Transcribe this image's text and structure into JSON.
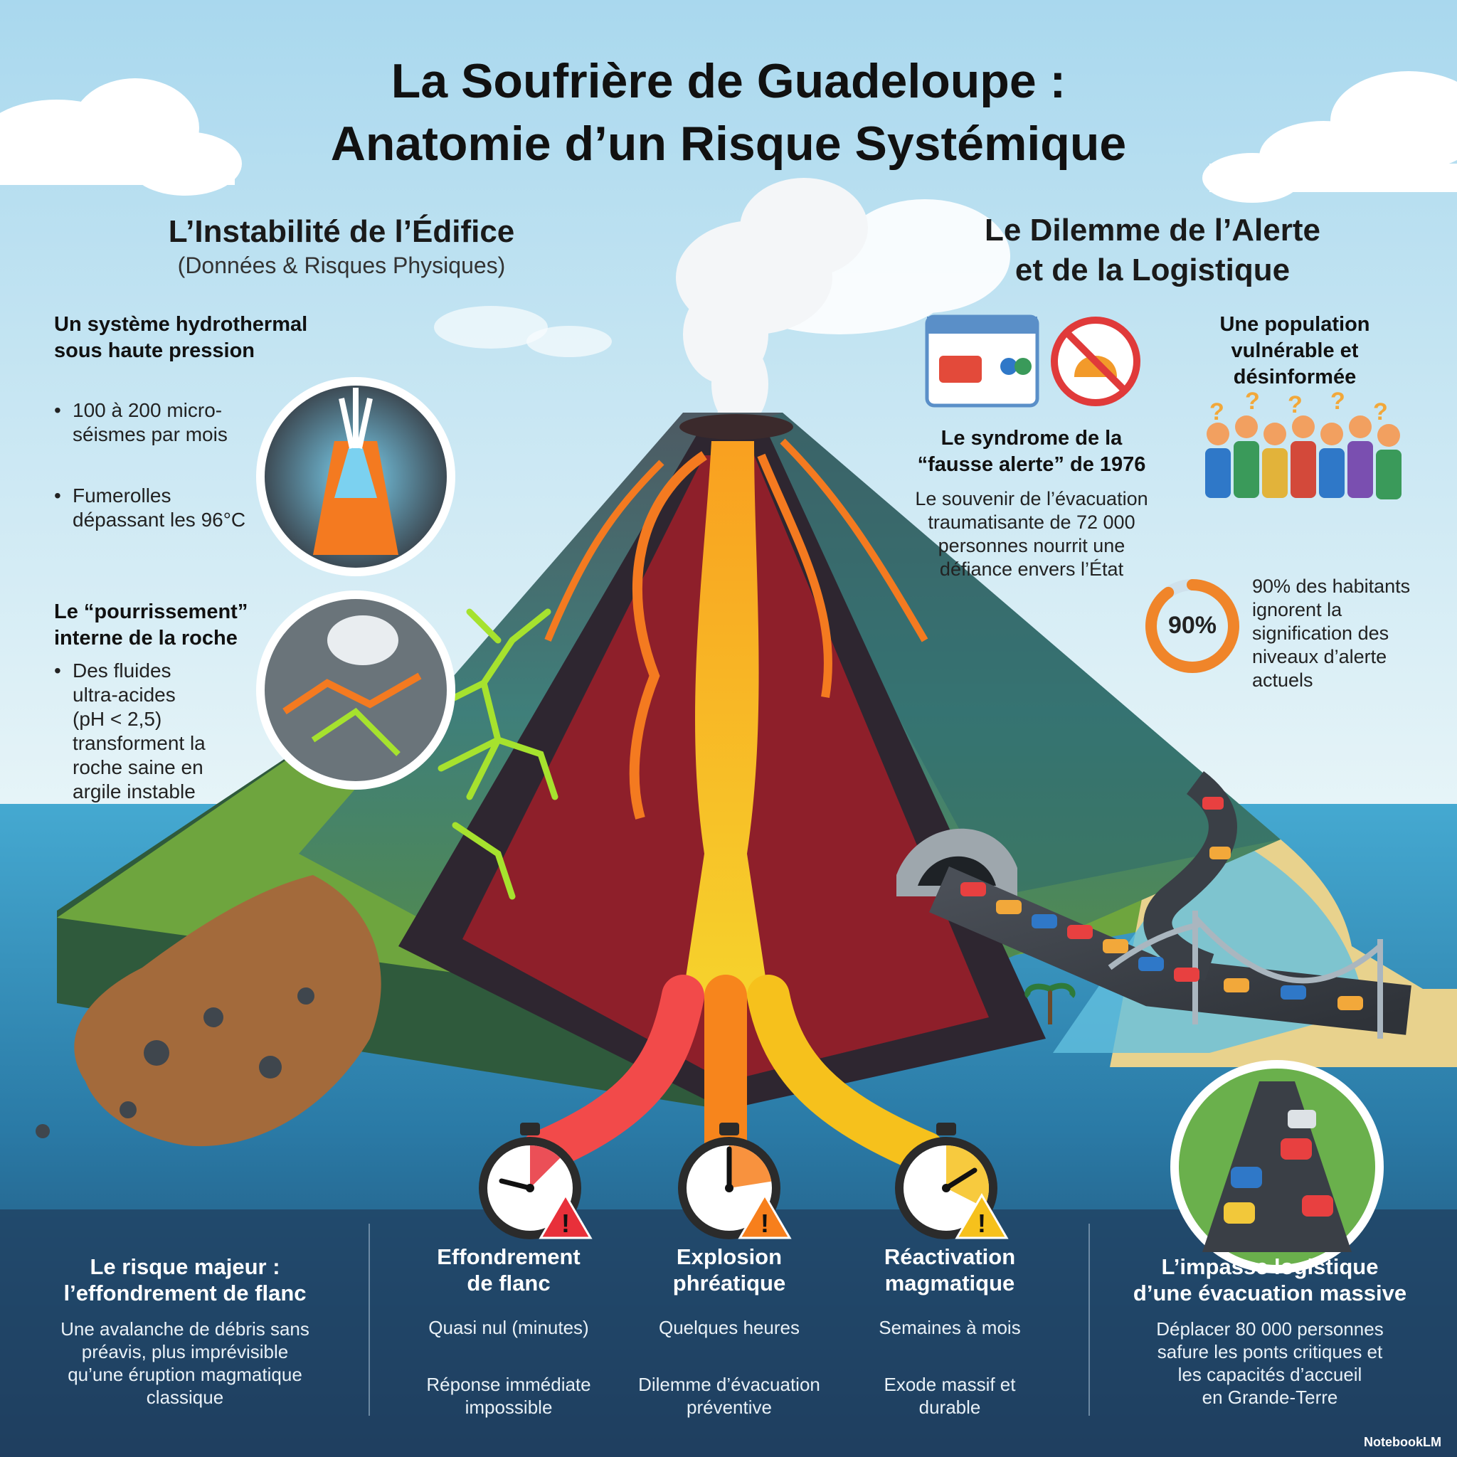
{
  "title": {
    "line1": "La Soufrière de Guadeloupe :",
    "line2": "Anatomie d’un Risque Systémique"
  },
  "left_panel": {
    "heading": "L’Instabilité de l’Édifice",
    "subheading": "(Données & Risques Physiques)",
    "section1": {
      "title_line1": "Un système hydrothermal",
      "title_line2": "sous haute pression",
      "bullets": [
        {
          "line1": "100 à 200 micro-",
          "line2": "séismes par mois"
        },
        {
          "line1": "Fumerolles",
          "line2": "dépassant les 96°C"
        }
      ]
    },
    "section2": {
      "title_line1": "Le “pourrissement”",
      "title_line2": "interne de la roche",
      "bullet_lines": [
        "Des fluides",
        "ultra-acides",
        "(pH < 2,5)",
        "transforment la",
        "roche saine en",
        "argile instable"
      ]
    }
  },
  "right_panel": {
    "heading_line1": "Le Dilemme de l’Alerte",
    "heading_line2": "et de la Logistique",
    "syndrome": {
      "title_line1": "Le syndrome de la",
      "title_line2": "“fausse alerte” de 1976",
      "text_lines": [
        "Le souvenir de l’évacuation",
        "traumatisante de 72 000",
        "personnes nourrit une",
        "défiance envers l’État"
      ]
    },
    "population": {
      "title_line1": "Une population",
      "title_line2": "vulnérable et",
      "title_line3": "désinformée",
      "percent_label": "90%",
      "percent_value": 90,
      "text_lines": [
        "90% des habitants",
        "ignorent la",
        "signification des",
        "niveaux d’alerte",
        "actuels"
      ]
    }
  },
  "bottom": {
    "left": {
      "title_line1": "Le risque majeur :",
      "title_line2": "l’effondrement de flanc",
      "text_lines": [
        "Une avalanche de débris sans",
        "préavis, plus imprévisible",
        "qu’une éruption magmatique",
        "classique"
      ]
    },
    "scenarios": [
      {
        "title_line1": "Effondrement",
        "title_line2": "de flanc",
        "delay": "Quasi nul (minutes)",
        "response_line1": "Réponse immédiate",
        "response_line2": "impossible",
        "color": "#e8303a"
      },
      {
        "title_line1": "Explosion",
        "title_line2": "phréatique",
        "delay": "Quelques heures",
        "response_line1": "Dilemme d’évacuation",
        "response_line2": "préventive",
        "color": "#f77f1c"
      },
      {
        "title_line1": "Réactivation",
        "title_line2": "magmatique",
        "delay": "Semaines à mois",
        "response_line1": "Exode massif et",
        "response_line2": "durable",
        "color": "#f6c11c"
      }
    ],
    "right": {
      "title_line1": "L’impasse logistique",
      "title_line2": "d’une évacuation massive",
      "text_lines": [
        "Déplacer 80 000 personnes",
        "safure les ponts critiques et",
        "les capacités d’accueil",
        "en Grande-Terre"
      ]
    }
  },
  "brand": "NotebookLM",
  "colors": {
    "sky": "#bfe3f2",
    "sea": "#2f7fa6",
    "deep": "#224a6b",
    "lava": "#f47a20",
    "acid": "#a6e22e",
    "rock": "#5e6a72"
  }
}
